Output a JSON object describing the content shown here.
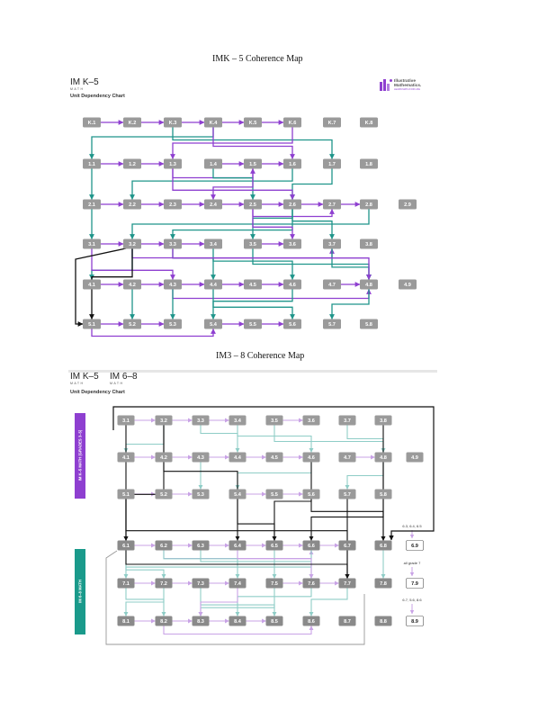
{
  "titles": {
    "k5": "IMK – 5 Coherence Map",
    "g38": "IM3 – 8 Coherence Map"
  },
  "logos": {
    "k5": {
      "name": "IM K–5",
      "sub": "MATH"
    },
    "g68": {
      "name": "IM 6–8",
      "sub": "MATH"
    },
    "im": {
      "line1": "Illustrative",
      "line2": "Mathematics.",
      "line3": "LEARN MATH FOR LIFE"
    }
  },
  "subtitles": {
    "top": "Unit Dependency Chart",
    "bottom": "Unit Dependency Chart"
  },
  "side_bars": {
    "upper": "IM K–5 MATH (GRADES 3–5)",
    "lower": "IM 6–8 MATH"
  },
  "side_notes": {
    "n1": "6.3, 6.4, 6.5",
    "n2": "all grade 7",
    "n3": "6.7, 5.6, 8.6"
  },
  "colors": {
    "box_gray": "#9a9a9a",
    "box_dark": "#8a8a8a",
    "purple": "#8e3fd0",
    "teal": "#1f958a",
    "light_purple": "#c9a3e6",
    "light_teal": "#8fcdc7",
    "black": "#111111",
    "side_purple": "#8e3fd0",
    "side_teal": "#1a9a8b"
  },
  "top_rows": [
    [
      "K.1",
      "K.2",
      "K.3",
      "K.4",
      "K.5",
      "K.6",
      "K.7",
      "K.8"
    ],
    [
      "1.1",
      "1.2",
      "1.3",
      "1.4",
      "1.5",
      "1.6",
      "1.7",
      "1.8"
    ],
    [
      "2.1",
      "2.2",
      "2.3",
      "2.4",
      "2.5",
      "2.6",
      "2.7",
      "2.8",
      "2.9"
    ],
    [
      "3.1",
      "3.2",
      "3.3",
      "3.4",
      "3.5",
      "3.6",
      "3.7",
      "3.8"
    ],
    [
      "4.1",
      "4.2",
      "4.3",
      "4.4",
      "4.5",
      "4.6",
      "4.7",
      "4.8",
      "4.9"
    ],
    [
      "5.1",
      "5.2",
      "5.3",
      "5.4",
      "5.5",
      "5.6",
      "5.7",
      "5.8"
    ]
  ],
  "bottom_rows": [
    [
      "3.1",
      "3.2",
      "3.3",
      "3.4",
      "3.5",
      "3.6",
      "3.7",
      "3.8"
    ],
    [
      "4.1",
      "4.2",
      "4.3",
      "4.4",
      "4.5",
      "4.6",
      "4.7",
      "4.8",
      "4.9"
    ],
    [
      "5.1",
      "5.2",
      "5.3",
      "5.4",
      "5.5",
      "5.6",
      "5.7",
      "5.8"
    ],
    [
      "6.1",
      "6.2",
      "6.3",
      "6.4",
      "6.5",
      "6.6",
      "6.7",
      "6.8",
      "6.9"
    ],
    [
      "7.1",
      "7.2",
      "7.3",
      "7.4",
      "7.5",
      "7.6",
      "7.7",
      "7.8",
      "7.9"
    ],
    [
      "8.1",
      "8.2",
      "8.3",
      "8.4",
      "8.5",
      "8.6",
      "8.7",
      "8.8",
      "8.9"
    ]
  ],
  "top_edges": [
    {
      "from": "K.1",
      "to": "K.2",
      "c": "purple"
    },
    {
      "from": "K.2",
      "to": "K.3",
      "c": "purple"
    },
    {
      "from": "K.3",
      "to": "K.4",
      "c": "purple"
    },
    {
      "from": "K.4",
      "to": "K.5",
      "c": "purple"
    },
    {
      "from": "K.5",
      "to": "K.6",
      "c": "purple"
    },
    {
      "from": "K.4",
      "to": "1.1",
      "c": "teal"
    },
    {
      "from": "K.3",
      "to": "1.7",
      "c": "teal"
    },
    {
      "from": "K.6",
      "to": "1.3",
      "c": "purple"
    },
    {
      "from": "K.4",
      "to": "1.6",
      "c": "purple"
    },
    {
      "from": "1.1",
      "to": "1.2",
      "c": "purple"
    },
    {
      "from": "1.2",
      "to": "1.3",
      "c": "purple"
    },
    {
      "from": "1.3",
      "to": "1.5",
      "c": "purple"
    },
    {
      "from": "1.4",
      "to": "1.5",
      "c": "purple"
    },
    {
      "from": "1.5",
      "to": "1.6",
      "c": "purple"
    },
    {
      "from": "1.1",
      "to": "2.1",
      "c": "teal"
    },
    {
      "from": "1.4",
      "to": "2.5",
      "c": "teal"
    },
    {
      "from": "1.6",
      "to": "2.2",
      "c": "teal"
    },
    {
      "from": "1.7",
      "to": "2.6",
      "c": "teal"
    },
    {
      "from": "1.5",
      "to": "2.4",
      "c": "purple"
    },
    {
      "from": "1.3",
      "to": "2.6",
      "c": "purple"
    },
    {
      "from": "2.1",
      "to": "2.2",
      "c": "purple"
    },
    {
      "from": "2.2",
      "to": "2.3",
      "c": "purple"
    },
    {
      "from": "2.3",
      "to": "2.4",
      "c": "purple"
    },
    {
      "from": "2.4",
      "to": "2.5",
      "c": "purple"
    },
    {
      "from": "2.5",
      "to": "2.6",
      "c": "purple"
    },
    {
      "from": "2.6",
      "to": "2.7",
      "c": "purple"
    },
    {
      "from": "2.7",
      "to": "2.8",
      "c": "purple"
    },
    {
      "from": "2.5",
      "to": "2.7",
      "c": "purple"
    },
    {
      "from": "2.1",
      "to": "3.1",
      "c": "teal"
    },
    {
      "from": "2.6",
      "to": "3.3",
      "c": "teal"
    },
    {
      "from": "2.6",
      "to": "3.5",
      "c": "teal"
    },
    {
      "from": "2.6",
      "to": "3.7",
      "c": "teal"
    },
    {
      "from": "2.8",
      "to": "3.2",
      "c": "teal"
    },
    {
      "from": "2.5",
      "to": "3.6",
      "c": "purple"
    },
    {
      "from": "3.1",
      "to": "3.2",
      "c": "purple"
    },
    {
      "from": "3.2",
      "to": "3.3",
      "c": "purple"
    },
    {
      "from": "3.3",
      "to": "3.4",
      "c": "purple"
    },
    {
      "from": "3.5",
      "to": "3.6",
      "c": "purple"
    },
    {
      "from": "3.2",
      "to": "3.7",
      "c": "purple"
    },
    {
      "from": "3.2",
      "to": "4.1",
      "c": "teal"
    },
    {
      "from": "3.3",
      "to": "4.4",
      "c": "teal"
    },
    {
      "from": "3.4",
      "to": "4.6",
      "c": "teal"
    },
    {
      "from": "3.5",
      "to": "4.8",
      "c": "teal"
    },
    {
      "from": "3.7",
      "to": "4.8",
      "c": "teal"
    },
    {
      "from": "3.1",
      "to": "4.3",
      "c": "purple"
    },
    {
      "from": "3.3",
      "to": "4.8",
      "c": "purple"
    },
    {
      "from": "3.2",
      "to": "5.1",
      "c": "black"
    },
    {
      "from": "4.1",
      "to": "4.2",
      "c": "purple"
    },
    {
      "from": "4.2",
      "to": "4.3",
      "c": "purple"
    },
    {
      "from": "4.3",
      "to": "4.4",
      "c": "purple"
    },
    {
      "from": "4.4",
      "to": "4.5",
      "c": "purple"
    },
    {
      "from": "4.5",
      "to": "4.6",
      "c": "purple"
    },
    {
      "from": "4.7",
      "to": "4.8",
      "c": "purple"
    },
    {
      "from": "4.3",
      "to": "4.8",
      "c": "purple"
    },
    {
      "from": "4.2",
      "to": "5.2",
      "c": "teal"
    },
    {
      "from": "4.3",
      "to": "5.3",
      "c": "teal"
    },
    {
      "from": "4.6",
      "to": "5.4",
      "c": "teal"
    },
    {
      "from": "4.8",
      "to": "5.7",
      "c": "teal"
    },
    {
      "from": "4.4",
      "to": "5.6",
      "c": "teal"
    },
    {
      "from": "5.1",
      "to": "5.2",
      "c": "purple"
    },
    {
      "from": "5.2",
      "to": "5.3",
      "c": "purple"
    },
    {
      "from": "5.4",
      "to": "5.5",
      "c": "purple"
    },
    {
      "from": "5.5",
      "to": "5.6",
      "c": "purple"
    },
    {
      "from": "5.1",
      "to": "5.4",
      "c": "purple"
    }
  ],
  "bottom_edges": [
    {
      "from": "3.1",
      "to": "3.2",
      "c": "light_purple"
    },
    {
      "from": "3.2",
      "to": "3.3",
      "c": "light_purple"
    },
    {
      "from": "3.3",
      "to": "3.4",
      "c": "light_purple"
    },
    {
      "from": "3.5",
      "to": "3.6",
      "c": "light_purple"
    },
    {
      "from": "3.2",
      "to": "4.1",
      "c": "light_teal"
    },
    {
      "from": "3.3",
      "to": "4.4",
      "c": "light_teal"
    },
    {
      "from": "3.4",
      "to": "4.6",
      "c": "light_teal"
    },
    {
      "from": "3.7",
      "to": "4.8",
      "c": "light_teal"
    },
    {
      "from": "3.5",
      "to": "4.8",
      "c": "light_teal"
    },
    {
      "from": "4.1",
      "to": "4.2",
      "c": "light_purple"
    },
    {
      "from": "4.2",
      "to": "4.3",
      "c": "light_purple"
    },
    {
      "from": "4.3",
      "to": "4.4",
      "c": "light_purple"
    },
    {
      "from": "4.4",
      "to": "4.5",
      "c": "light_purple"
    },
    {
      "from": "4.5",
      "to": "4.6",
      "c": "light_purple"
    },
    {
      "from": "4.7",
      "to": "4.8",
      "c": "light_purple"
    },
    {
      "from": "4.3",
      "to": "5.3",
      "c": "light_teal"
    },
    {
      "from": "4.6",
      "to": "5.4",
      "c": "light_teal"
    },
    {
      "from": "4.8",
      "to": "5.7",
      "c": "light_teal"
    },
    {
      "from": "5.1",
      "to": "5.2",
      "c": "light_purple"
    },
    {
      "from": "5.2",
      "to": "5.3",
      "c": "light_purple"
    },
    {
      "from": "5.4",
      "to": "5.5",
      "c": "light_purple"
    },
    {
      "from": "5.5",
      "to": "5.6",
      "c": "light_purple"
    },
    {
      "from": "6.1",
      "to": "6.2",
      "c": "light_purple"
    },
    {
      "from": "6.2",
      "to": "6.3",
      "c": "light_purple"
    },
    {
      "from": "6.3",
      "to": "6.4",
      "c": "light_purple"
    },
    {
      "from": "6.4",
      "to": "6.5",
      "c": "light_purple"
    },
    {
      "from": "6.5",
      "to": "6.6",
      "c": "light_purple"
    },
    {
      "from": "6.6",
      "to": "6.7",
      "c": "light_purple"
    },
    {
      "from": "6.2",
      "to": "6.6",
      "c": "light_purple"
    },
    {
      "from": "6.1",
      "to": "7.2",
      "c": "light_teal"
    },
    {
      "from": "6.2",
      "to": "7.4",
      "c": "light_teal"
    },
    {
      "from": "6.3",
      "to": "7.6",
      "c": "light_teal"
    },
    {
      "from": "6.5",
      "to": "7.5",
      "c": "light_teal"
    },
    {
      "from": "6.6",
      "to": "7.1",
      "c": "light_teal"
    },
    {
      "from": "6.8",
      "to": "7.8",
      "c": "light_teal"
    },
    {
      "from": "6.4",
      "to": "7.6",
      "c": "light_purple"
    },
    {
      "from": "7.1",
      "to": "7.2",
      "c": "light_purple"
    },
    {
      "from": "7.2",
      "to": "7.3",
      "c": "light_purple"
    },
    {
      "from": "7.3",
      "to": "7.4",
      "c": "light_purple"
    },
    {
      "from": "7.5",
      "to": "7.6",
      "c": "light_purple"
    },
    {
      "from": "7.6",
      "to": "7.7",
      "c": "light_purple"
    },
    {
      "from": "7.1",
      "to": "8.2",
      "c": "light_teal"
    },
    {
      "from": "7.2",
      "to": "8.1",
      "c": "light_teal"
    },
    {
      "from": "7.3",
      "to": "8.5",
      "c": "light_teal"
    },
    {
      "from": "7.5",
      "to": "8.3",
      "c": "light_teal"
    },
    {
      "from": "7.6",
      "to": "8.4",
      "c": "light_teal"
    },
    {
      "from": "7.7",
      "to": "8.6",
      "c": "light_teal"
    },
    {
      "from": "7.4",
      "to": "8.3",
      "c": "light_purple"
    },
    {
      "from": "8.1",
      "to": "8.2",
      "c": "light_purple"
    },
    {
      "from": "8.2",
      "to": "8.3",
      "c": "light_purple"
    },
    {
      "from": "8.3",
      "to": "8.4",
      "c": "light_purple"
    },
    {
      "from": "8.4",
      "to": "8.5",
      "c": "light_purple"
    },
    {
      "from": "8.2",
      "to": "8.6",
      "c": "light_purple"
    },
    {
      "from": "3.2",
      "to": "6.1",
      "c": "black"
    },
    {
      "from": "3.1",
      "to": "6.1",
      "c": "black"
    },
    {
      "from": "5.1",
      "to": "6.1",
      "c": "black"
    },
    {
      "from": "3.2",
      "to": "6.4",
      "c": "black"
    },
    {
      "from": "4.6",
      "to": "6.5",
      "c": "black"
    },
    {
      "from": "5.4",
      "to": "6.5",
      "c": "black"
    },
    {
      "from": "4.8",
      "to": "6.6",
      "c": "black"
    },
    {
      "from": "5.6",
      "to": "6.8",
      "c": "black"
    },
    {
      "from": "5.1",
      "to": "7.7",
      "c": "black"
    },
    {
      "from": "6.1",
      "to": "7.7",
      "c": "black"
    },
    {
      "from": "5.7",
      "to": "7.7",
      "c": "black"
    },
    {
      "from": "3.8",
      "to": "6.8",
      "c": "black"
    }
  ]
}
